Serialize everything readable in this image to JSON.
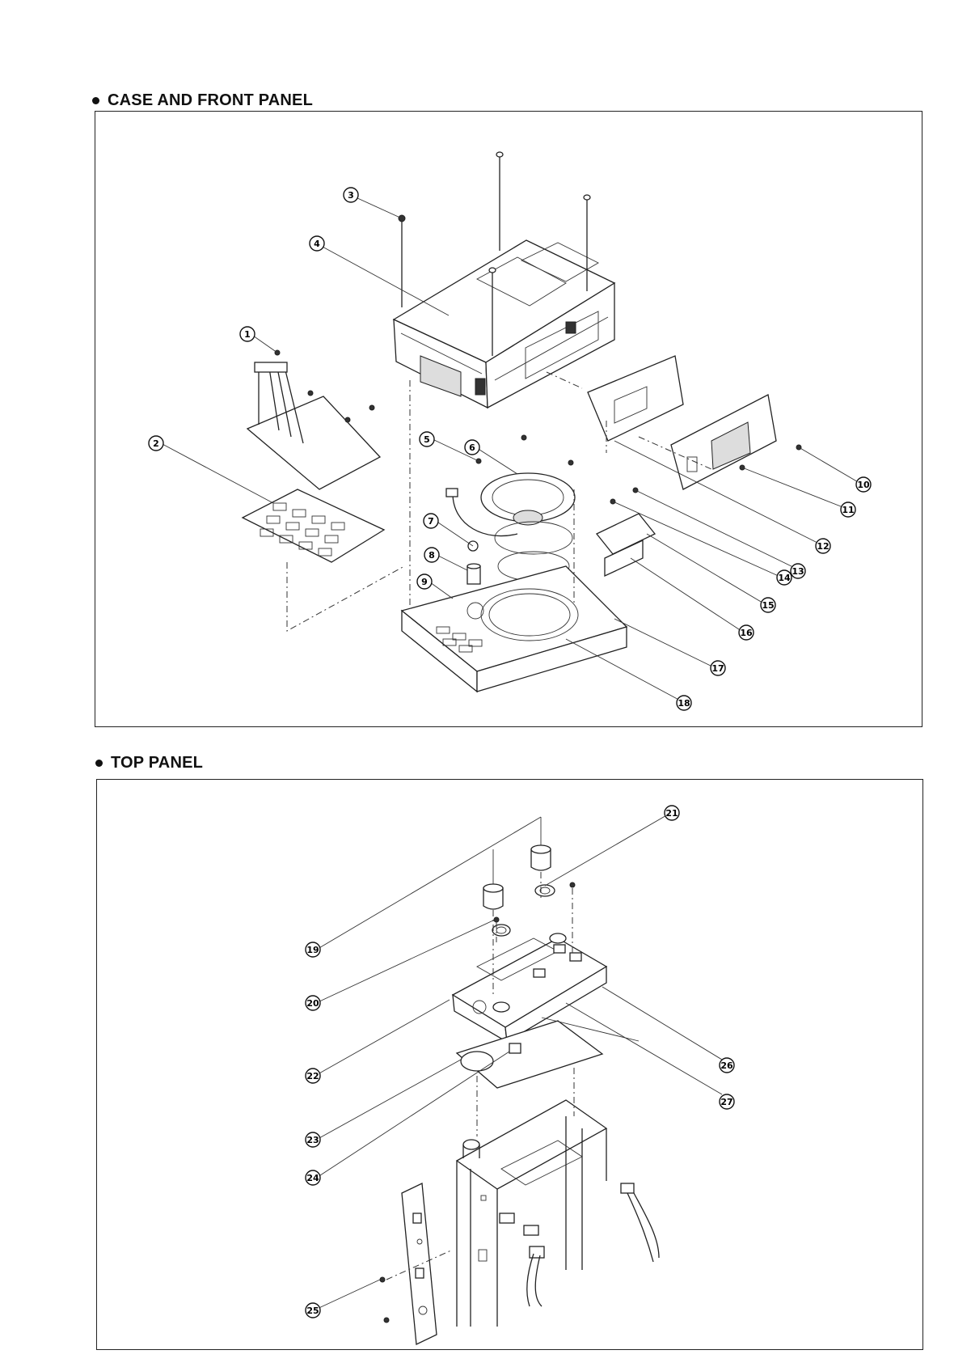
{
  "sections": [
    {
      "title": "CASE AND FRONT PANEL",
      "callouts": [
        "1",
        "2",
        "3",
        "4",
        "5",
        "6",
        "7",
        "8",
        "9",
        "10",
        "11",
        "12",
        "13",
        "14",
        "15",
        "16",
        "17",
        "18"
      ]
    },
    {
      "title": "TOP PANEL",
      "callouts": [
        "19",
        "20",
        "21",
        "22",
        "23",
        "24",
        "25",
        "26",
        "27"
      ]
    }
  ]
}
